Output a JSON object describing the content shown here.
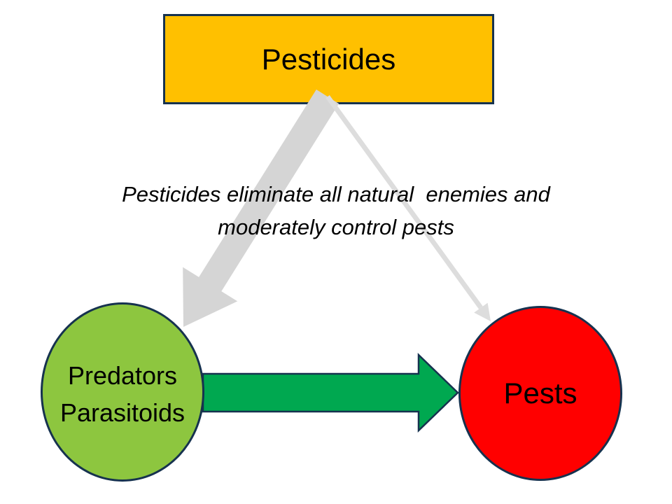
{
  "title_box": {
    "label": "Pesticides",
    "fill": "#FFC000",
    "border": "#16324F"
  },
  "annotation": {
    "line1": "Pesticides eliminate all natural  enemies and",
    "line2": "moderately control pests"
  },
  "predators_circle": {
    "line1": "Predators",
    "line2": "Parasitoids",
    "fill": "#8DC63F",
    "border": "#16324F"
  },
  "pests_circle": {
    "label": "Pests",
    "fill": "#FF0000",
    "border": "#16324F"
  },
  "arrows": {
    "pesticides_to_predators": {
      "meaning": "thick gray arrow: pesticides strongly hit natural enemies",
      "color": "#D5D5D5"
    },
    "pesticides_to_pests": {
      "meaning": "thin gray arrow: pesticides moderately control pests",
      "color": "#DDDDDD"
    },
    "predators_to_pests": {
      "meaning": "green block arrow: predators/parasitoids control pests",
      "color": "#00A850",
      "outline": "#16324F"
    }
  }
}
